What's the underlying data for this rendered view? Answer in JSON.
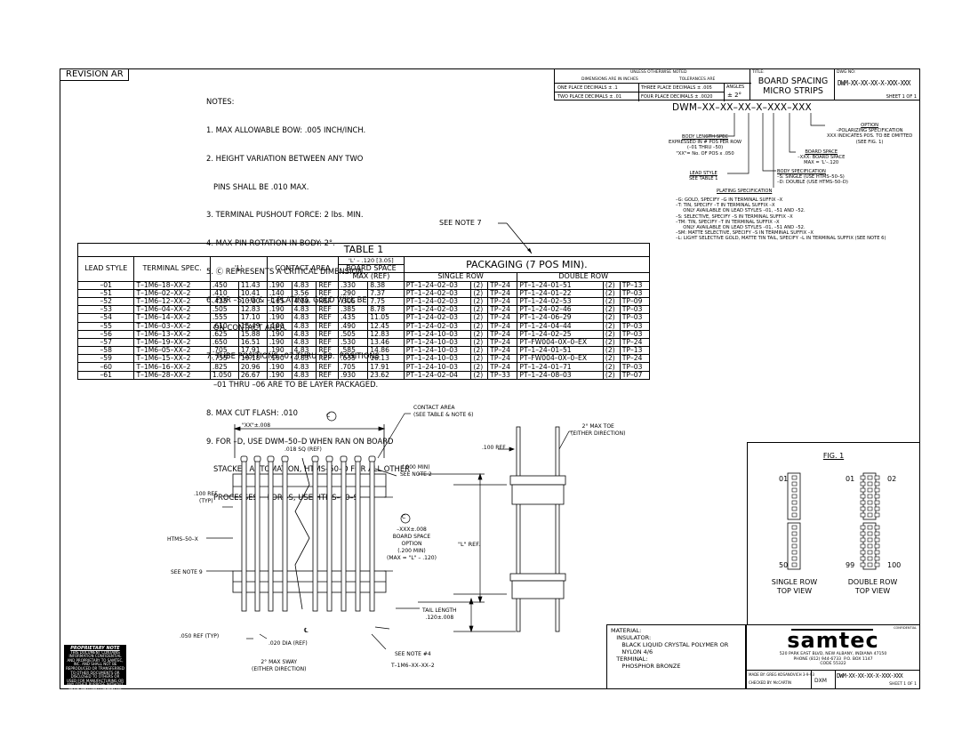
{
  "revision": "REVISION AR",
  "notes": [
    "NOTES:",
    "1. MAX ALLOWABLE BOW: .005 INCH/INCH.",
    "2. HEIGHT VARIATION BETWEEN ANY TWO",
    "   PINS SHALL BE .010 MAX.",
    "3. TERMINAL PUSHOUT FORCE: 2 lbs. MIN.",
    "4. MAX PIN ROTATION IN BODY: 2°.",
    "5. Ⓒ REPRESENTS A CRITICAL DIMENSION.",
    "6. FOR –S, –G & –L PLATING, GOLD WILL BE",
    "   ON CONTACT AREA.",
    "7. TUBE POSITIONS –07 THRU –50.  POSITIONS",
    "   –01 THRU –06 ARE TO BE LAYER PACKAGED.",
    "8. MAX CUT FLASH: .010",
    "9. FOR –D, USE DWM–50–D WHEN RAN ON BOARD",
    "   STACKER AUTOMATION, HTMS–50–D FOR ALL OTHER",
    "   PROCESSES.   FOR –S, USE HTMS–50–S."
  ],
  "see_note_7": "SEE NOTE 7",
  "title_block": {
    "tolerance_hdr1": "UNLESS OTHERWISE NOTED",
    "tolerance_hdr2": "DIMENSIONS ARE IN INCHES",
    "tolerance_hdr3": "TOLERANCES ARE",
    "tol_1": "ONE PLACE DECIMALS ± .1",
    "tol_2": "TWO PLACE DECIMALS ± .01",
    "tol_3": "THREE PLACE DECIMALS ± .005",
    "tol_4": "FOUR PLACE DECIMALS ± .0020",
    "angles_label": "ANGLES",
    "angles_value": "± 2°",
    "title_label": "TITLE:",
    "title_1": "BOARD SPACING",
    "title_2": "MICRO STRIPS",
    "dwg_label": "DWG NO:",
    "dwg_no": "DWM-XX-XX-XX-X-XXX-XXX",
    "sheet": "SHEET 1 OF 1"
  },
  "part_number": "DWM–XX–XX–XX–X–XXX–XXX",
  "callouts": {
    "body_length_title": "BODY LENGTH SPEC",
    "body_length_text": "EXPRESSED IN # POS PER ROW\n(–01 THRU –50)\n\"XX\"= No. OF POS x .050",
    "lead_style_title": "LEAD STYLE",
    "lead_style_text": "SEE TABLE 1",
    "option_title": "OPTION",
    "option_text": "–POLARIZING SPECIFICATION\nXXX INDICATES POS. TO BE OMITTED\n(SEE FIG. 1)",
    "board_space_title": "BOARD SPACE",
    "board_space_text": "–XXX: BOARD SPACE\nMAX = 'L'–.120",
    "body_spec_title": "BODY SPECIFICATION",
    "body_spec_text": "–S: SINGLE (USE HTMS–50–S)\n–D: DOUBLE (USE HTMS–50–D)",
    "plating_title": "PLATING SPECIFICATION",
    "plating_text": "–G: GOLD, SPECIFY –G IN TERMINAL SUFFIX –X\n–T: TIN, SPECIFY –T IN TERMINAL SUFFIX –X\n     ONLY AVAILABLE ON LEAD STYLES –01, –51 AND –52.\n–S: SELECTIVE, SPECIFY –S IN TERMINAL SUFFIX –X\n–TM: TIN, SPECIFY –T IN TERMINAL SUFFIX –X\n     ONLY AVAILABLE ON LEAD STYLES –01, –51 AND –52.\n–SM: MATTE SELECTIVE, SPECIFY –S IN TERMINAL SUFFIX –X\n–L: LIGHT SELECTIVE GOLD, MATTE TIN TAIL, SPECIFY –L IN TERMINAL SUFFIX (SEE NOTE 6)"
  },
  "table1": {
    "title": "TABLE 1",
    "headers": {
      "lead_style": "LEAD STYLE",
      "terminal_spec": "TERMINAL SPEC.",
      "L": "'L'",
      "contact_area": "CONTACT AREA",
      "board_space_1": "'L' – .120 [3.05]",
      "board_space_2": "BOARD SPACE",
      "board_space_3": "MAX (REF)",
      "packaging": "PACKAGING (7 POS MIN).",
      "single_row": "SINGLE ROW",
      "double_row": "DOUBLE ROW"
    },
    "rows": [
      [
        "–01",
        "T–1M6–18–XX–2",
        ".450",
        "11.43",
        ".190",
        "4.83",
        "REF",
        ".330",
        "8.38",
        "PT–1–24–02–03",
        "(2)",
        "TP–24",
        "PT–1–24–01–51",
        "(2)",
        "TP–13"
      ],
      [
        "–51",
        "T–1M6–02–XX–2",
        ".410",
        "10.41",
        ".140",
        "3.56",
        "REF",
        ".290",
        "7.37",
        "PT–1–24–02–03",
        "(2)",
        "TP–24",
        "PT–1–24–01–22",
        "(2)",
        "TP–03"
      ],
      [
        "–52",
        "T–1M6–12–XX–2",
        ".425",
        "10.80",
        ".165",
        "4.19",
        "REF",
        ".305",
        "7.75",
        "PT–1–24–02–03",
        "(2)",
        "TP–24",
        "PT–1–24–02–53",
        "(2)",
        "TP–09"
      ],
      [
        "–53",
        "T–1M6–04–XX–2",
        ".505",
        "12.83",
        ".190",
        "4.83",
        "REF",
        ".385",
        "8.78",
        "PT–1–24–02–03",
        "(2)",
        "TP–24",
        "PT–1–24–02–46",
        "(2)",
        "TP–03"
      ],
      [
        "–54",
        "T–1M6–14–XX–2",
        ".555",
        "17.10",
        ".190",
        "4.83",
        "REF",
        ".435",
        "11.05",
        "PT–1–24–02–03",
        "(2)",
        "TP–24",
        "PT–1–24–06–29",
        "(2)",
        "TP–03"
      ],
      [
        "–55",
        "T–1M6–03–XX–2",
        ".610",
        "15.49",
        ".190",
        "4.83",
        "REF",
        ".490",
        "12.45",
        "PT–1–24–02–03",
        "(2)",
        "TP–24",
        "PT–1–24–04–44",
        "(2)",
        "TP–03"
      ],
      [
        "–56",
        "T–1M6–13–XX–2",
        ".625",
        "15.88",
        ".190",
        "4.83",
        "REF",
        ".505",
        "12.83",
        "PT–1–24–10–03",
        "(2)",
        "TP–24",
        "PT–1–24–02–25",
        "(2)",
        "TP–03"
      ],
      [
        "–57",
        "T–1M6–19–XX–2",
        ".650",
        "16.51",
        ".190",
        "4.83",
        "REF",
        ".530",
        "13.46",
        "PT–1–24–10–03",
        "(2)",
        "TP–24",
        "PT–FW004–0X–0–EX",
        "(2)",
        "TP–24"
      ],
      [
        "–58",
        "T–1M6–05–XX–2",
        ".705",
        "17.91",
        ".190",
        "4.83",
        "REF",
        ".585",
        "14.86",
        "PT–1–24–10–03",
        "(2)",
        "TP–24",
        "PT–1–24–01–51",
        "(2)",
        "TP–13"
      ],
      [
        "–59",
        "T–1M6–15–XX–2",
        ".755",
        "19.18",
        ".190",
        "4.83",
        "REF",
        ".635",
        "16.13",
        "PT–1–24–10–03",
        "(2)",
        "TP–24",
        "PT–FW004–0X–0–EX",
        "(2)",
        "TP–24"
      ],
      [
        "–60",
        "T–1M6–16–XX–2",
        ".825",
        "20.96",
        ".190",
        "4.83",
        "REF",
        ".705",
        "17.91",
        "PT–1–24–10–03",
        "(2)",
        "TP–24",
        "PT–1–24–01–71",
        "(2)",
        "TP–03"
      ],
      [
        "–61",
        "T–1M6–28–XX–2",
        "1.050",
        "26.67",
        ".190",
        "4.83",
        "REF",
        ".930",
        "23.62",
        "PT–1–24–02–04",
        "(2)",
        "TP–33",
        "PT–1–24–08–03",
        "(2)",
        "TP–07"
      ]
    ]
  },
  "drawing_labels": {
    "xx_dim": "\"XX\"±.008",
    "sq_ref": ".018 SQ (REF)",
    "contact_area": "CONTACT AREA\n(SEE TABLE & NOTE 6)",
    "min_note2": "(.000 MIN)\nSEE NOTE 2",
    "board_space": "–XXX±.008\nBOARD SPACE\nOPTION\n(.200 MIN)\n(MAX = \"L\" – .120)",
    "ref_100_typ": ".100 REF.\n(TYP)",
    "htms": "HTMS–50–X",
    "see_note_9": "SEE NOTE 9",
    "ref_050": ".050 REF (TYP)",
    "dia_020": ".020 DIA (REF)",
    "max_sway": "2° MAX SWAY\n(EITHER DIRECTION)",
    "see_note_4": "SEE NOTE #4",
    "terminal": "T–1M6–XX–XX–2",
    "L_ref": "\"L\" REF.",
    "tail_length": "TAIL LENGTH\n.120±.008",
    "ref_100": ".100 REF",
    "max_toe": "2° MAX TOE\n(EITHER DIRECTION)",
    "critical": "C",
    "centerline": "℄"
  },
  "fig1": {
    "title": "FIG. 1",
    "n01a": "01",
    "n01b": "01",
    "n02": "02",
    "n50": "50",
    "n99": "99",
    "n100": "100",
    "single_1": "SINGLE ROW",
    "single_2": "TOP VIEW",
    "double_1": "DOUBLE ROW",
    "double_2": "TOP VIEW"
  },
  "material": {
    "text": "MATERIAL:\n   INSULATOR:\n      BLACK LIQUID CRYSTAL POLYMER OR\n      NYLON 4/6\n   TERMINAL:\n      PHOSPHOR BRONZE"
  },
  "company": {
    "logo": "samtec",
    "address": "520 PARK EAST BLVD, NEW ALBANY, INDIANA 47150\nPHONE (812) 944-6733  P.O. BOX 1147\nCODE 55322",
    "corner_note": "CONFIDENTIAL"
  },
  "bottom_block": {
    "made_by": "MADE BY: GREG KOSANOVICH  3-9-93",
    "checked_by": "CHECKED BY: McCARTIN",
    "scale": "DXM",
    "dwg": "DWM-XX-XX-XX-X-XXX-XXX",
    "sheet": "SHEET 1 OF 1"
  },
  "proprietary": {
    "heading": "PROPRIETARY NOTE",
    "text": "THIS DOCUMENT CONTAINS INFORMATION CONFIDENTIAL AND PROPRIETARY TO SAMTEC, INC. AND SHALL NOT BE REPRODUCED OR TRANSFERRED TO OTHER DOCUMENTS OR DISCLOSED TO OTHERS OR USED FOR MANUFACTURING OR ANY OTHER PURPOSE WITHOUT PRIOR WRITTEN CONSENT OF SAMTEC, INC."
  }
}
